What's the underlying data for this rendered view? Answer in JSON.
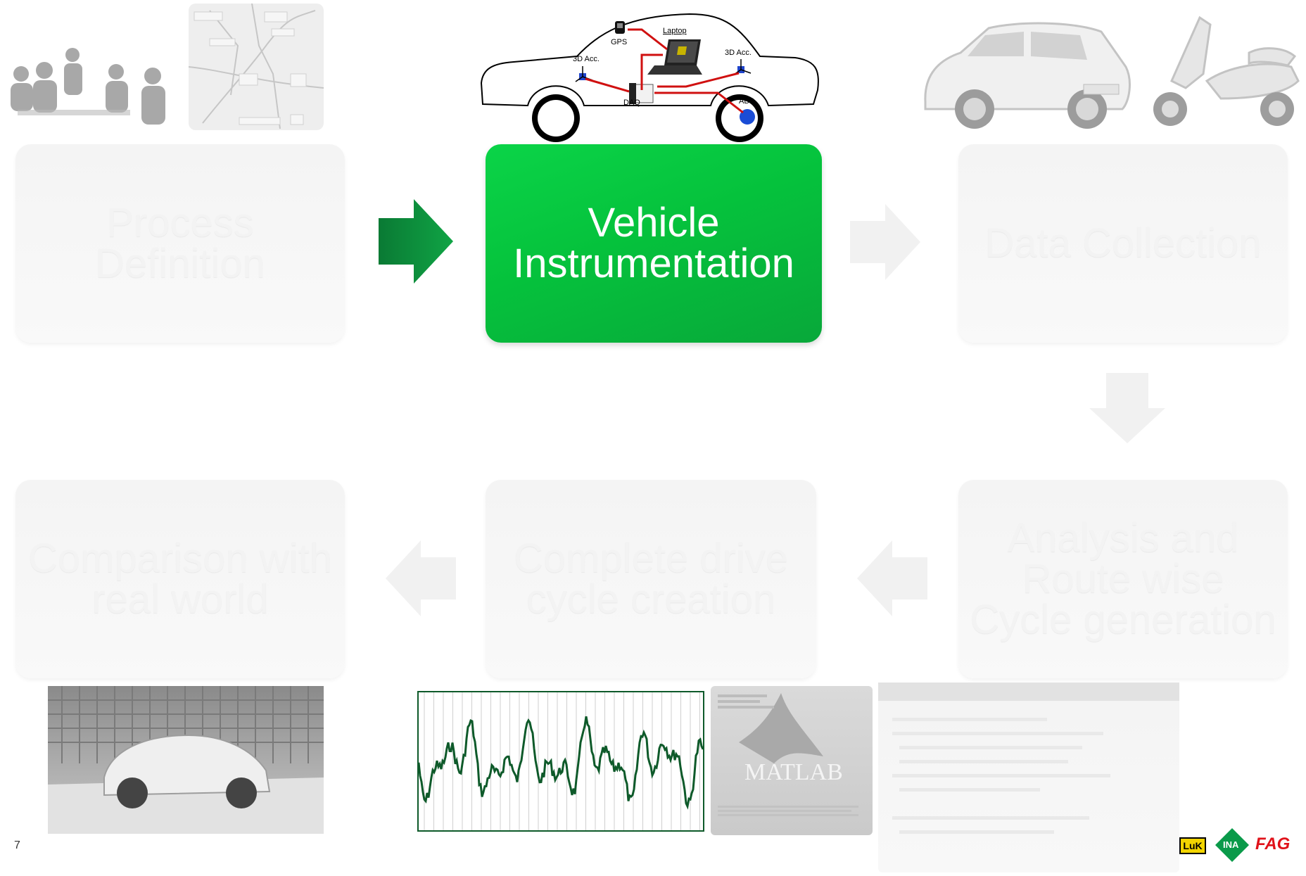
{
  "steps": {
    "process_definition": "Process\nDefinition",
    "vehicle_instrumentation": "Vehicle\nInstrumentation",
    "data_collection": "Data Collection",
    "analysis": "Analysis and\nRoute wise\nCycle generation",
    "complete_cycle": "Complete drive\ncycle creation",
    "comparison": "Comparison with\nreal world"
  },
  "diagram": {
    "gps": "GPS",
    "laptop": "Laptop",
    "acc_left": "3D Acc.",
    "acc_right": "3D Acc.",
    "daq": "DAQ",
    "abs": "ABS"
  },
  "matlab": {
    "title": "MATLAB"
  },
  "logos": {
    "luk": "LuK",
    "ina": "INA",
    "fag": "FAG"
  },
  "page_number": "7",
  "colors": {
    "active_green": "#08c23e",
    "arrow_green": "#0c8c3c",
    "signal_green": "#0e5a2a"
  }
}
